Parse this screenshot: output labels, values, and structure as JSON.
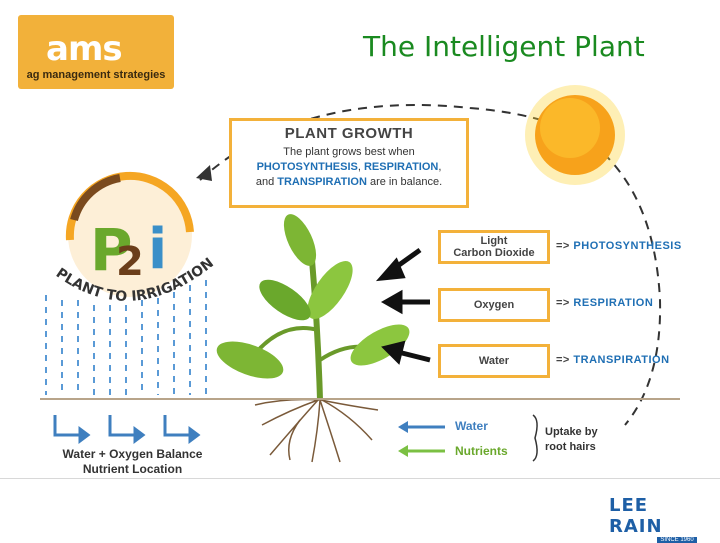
{
  "logo": {
    "brand": "ams",
    "tagline": "ag management strategies"
  },
  "title": "The Intelligent Plant",
  "plant_growth": {
    "heading": "PLANT GROWTH",
    "line1": "The plant grows best when",
    "photosynthesis": "PHOTOSYNTHESIS",
    "comma1": ",",
    "respiration": "RESPIRATION",
    "comma2": ",",
    "and": "and",
    "transpiration": "TRANSPIRATION",
    "tail": "are in balance."
  },
  "p2i": {
    "badge_text": "P2i",
    "arc_text": "PLANT TO IRRIGATION"
  },
  "inputs": [
    {
      "label_line1": "Light",
      "label_line2": "Carbon Dioxide",
      "arrow": "=>",
      "process": "PHOTOSYNTHESIS"
    },
    {
      "label_line1": "Oxygen",
      "label_line2": "",
      "arrow": "=>",
      "process": "RESPIRATION"
    },
    {
      "label_line1": "Water",
      "label_line2": "",
      "arrow": "=>",
      "process": "TRANSPIRATION"
    }
  ],
  "legend": {
    "water": "Water",
    "nutrients": "Nutrients",
    "uptake_line1": "Uptake by",
    "uptake_line2": "root hairs"
  },
  "bottom_left": {
    "line1": "Water + Oxygen Balance",
    "line2": "Nutrient Location"
  },
  "footer_logo": {
    "text": "LEE RAIN",
    "since": "SINCE 1960"
  },
  "colors": {
    "title_green": "#1a8a20",
    "box_border": "#f3b13a",
    "process_blue": "#1f6fb4",
    "water_blue": "#3f7fbf",
    "nutrient_green": "#7bc043"
  }
}
